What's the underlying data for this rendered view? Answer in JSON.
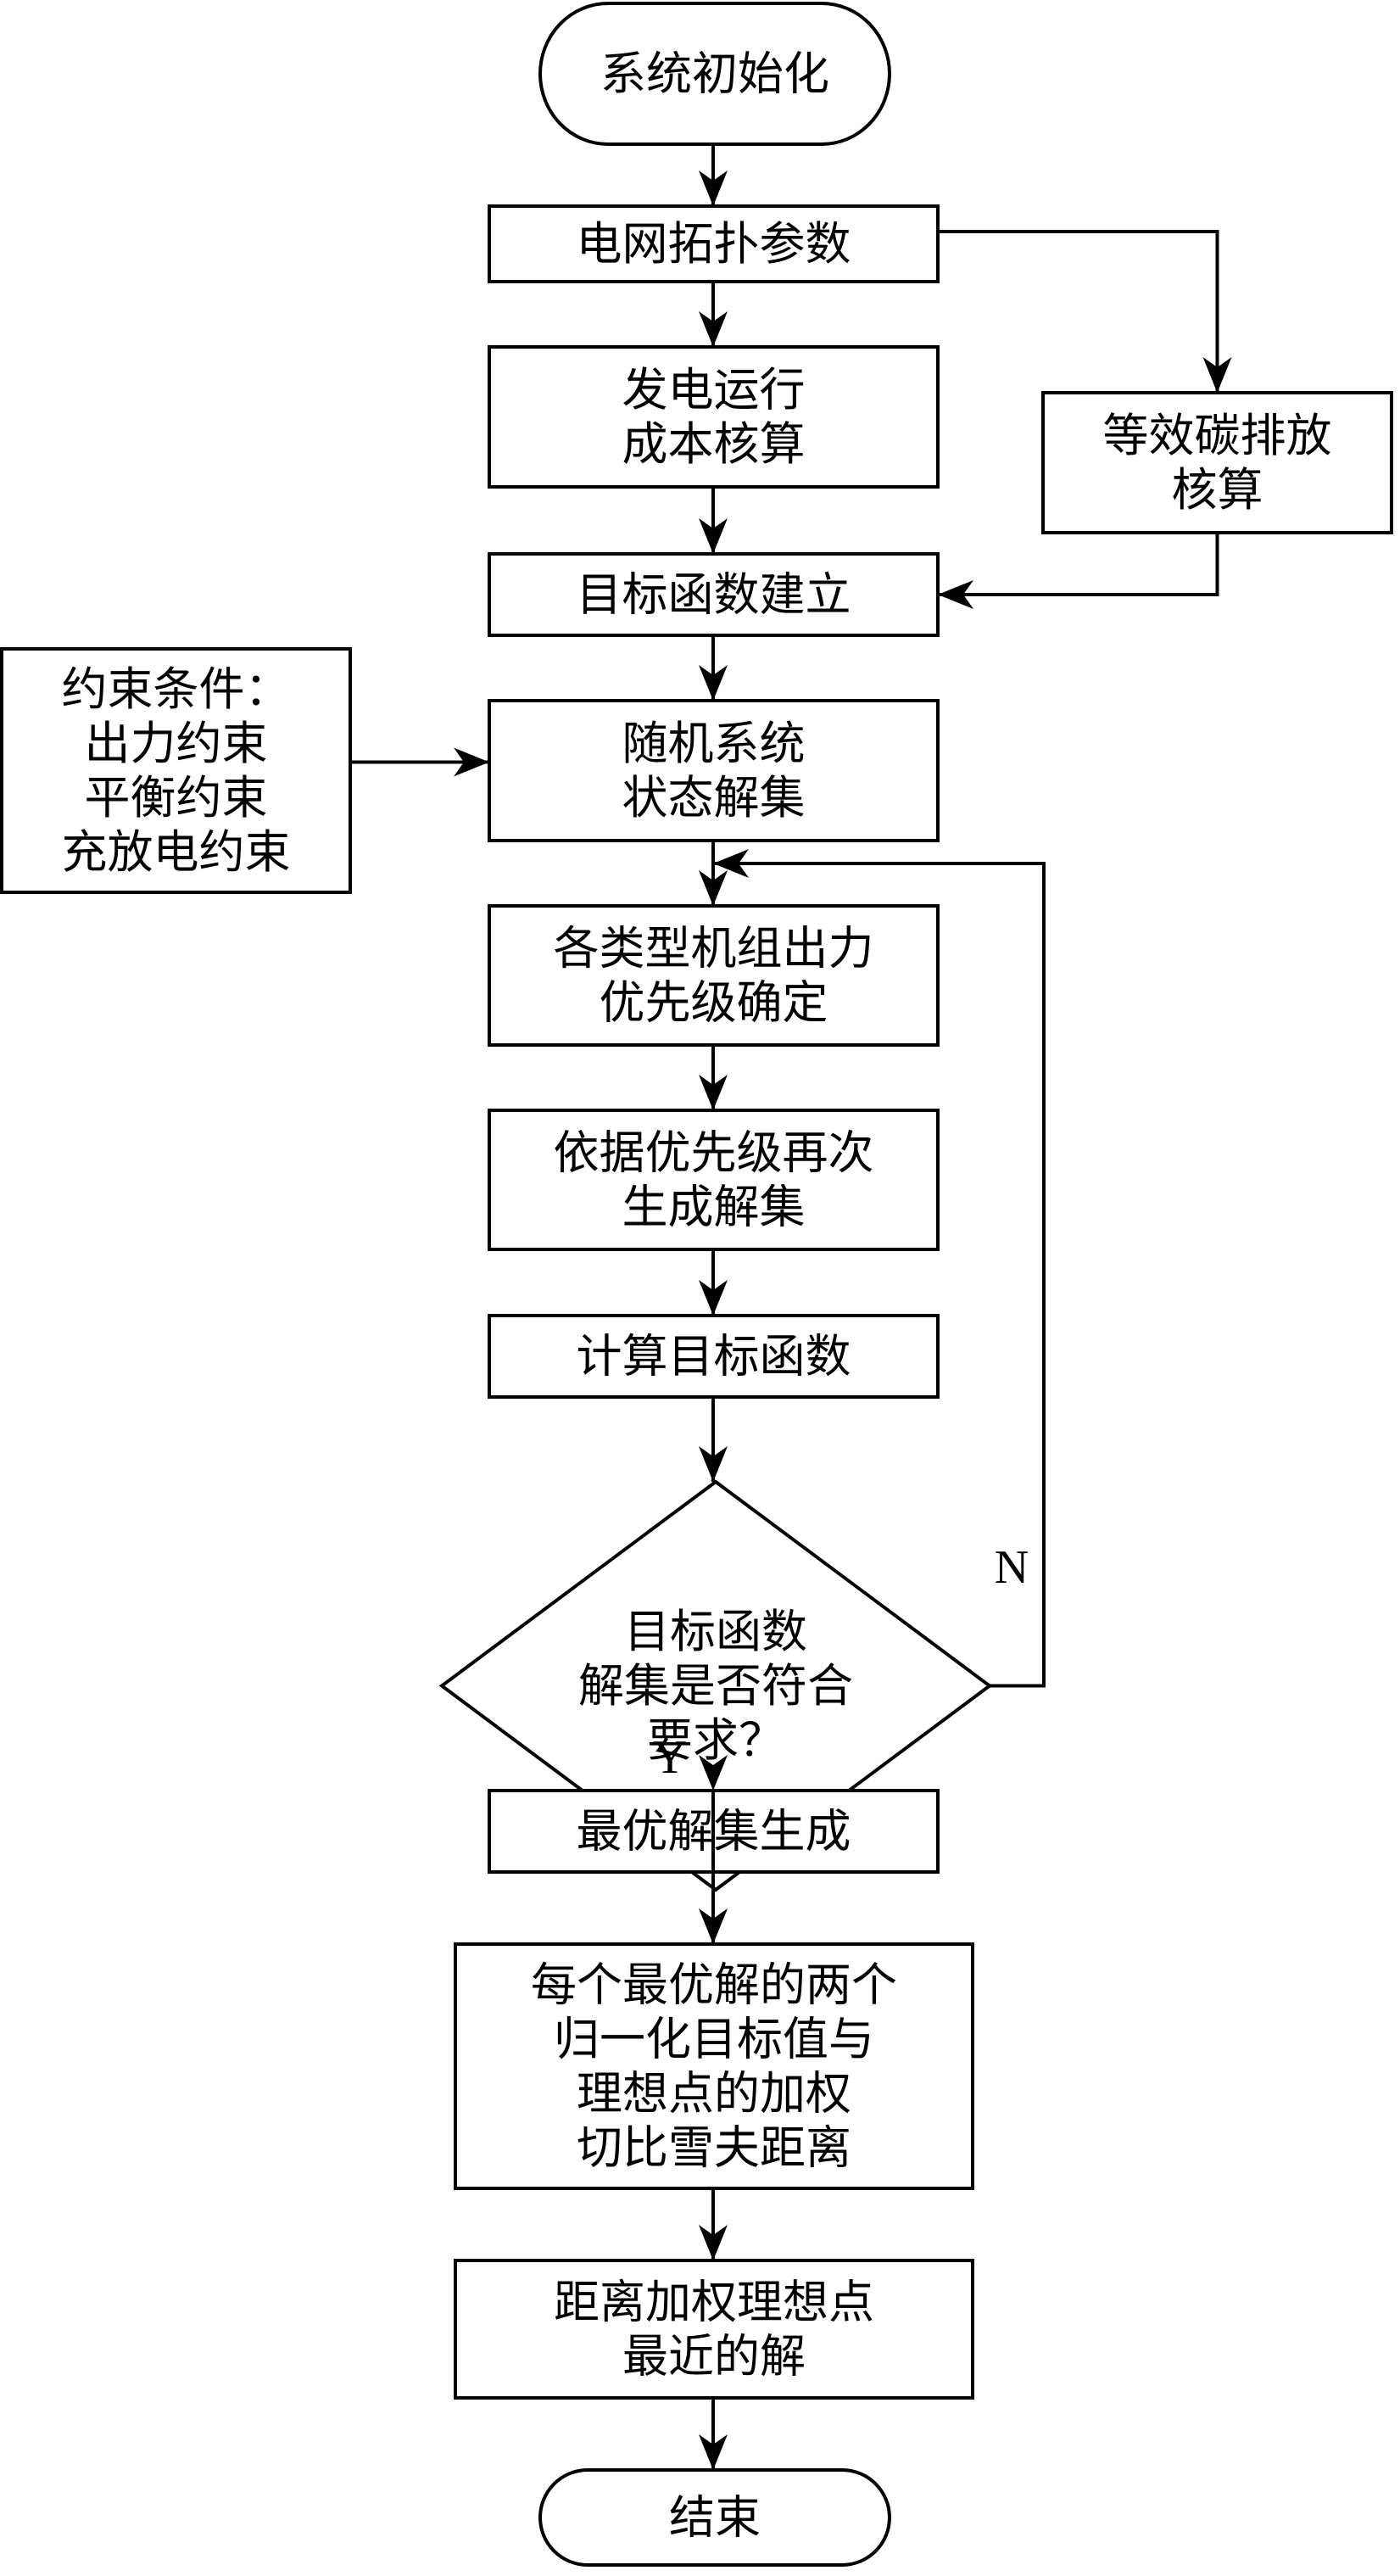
{
  "diagram": {
    "type": "flowchart",
    "nodes": [
      {
        "id": "start",
        "kind": "terminal",
        "lines": [
          "系统初始化"
        ]
      },
      {
        "id": "grid",
        "kind": "process",
        "lines": [
          "电网拓扑参数"
        ]
      },
      {
        "id": "cost",
        "kind": "process",
        "lines": [
          "发电运行",
          "成本核算"
        ]
      },
      {
        "id": "carbon",
        "kind": "process",
        "lines": [
          "等效碳排放",
          "核算"
        ]
      },
      {
        "id": "objective",
        "kind": "process",
        "lines": [
          "目标函数建立"
        ]
      },
      {
        "id": "constraints",
        "kind": "process",
        "lines": [
          "约束条件：",
          "出力约束",
          "平衡约束",
          "充放电约束"
        ]
      },
      {
        "id": "random",
        "kind": "process",
        "lines": [
          "随机系统",
          "状态解集"
        ]
      },
      {
        "id": "priority",
        "kind": "process",
        "lines": [
          "各类型机组出力",
          "优先级确定"
        ]
      },
      {
        "id": "regen",
        "kind": "process",
        "lines": [
          "依据优先级再次",
          "生成解集"
        ]
      },
      {
        "id": "calc",
        "kind": "process",
        "lines": [
          "计算目标函数"
        ]
      },
      {
        "id": "decision",
        "kind": "decision",
        "lines": [
          "目标函数",
          "解集是否符合",
          "要求？"
        ]
      },
      {
        "id": "optimal",
        "kind": "process",
        "lines": [
          "最优解集生成"
        ]
      },
      {
        "id": "distance",
        "kind": "process",
        "lines": [
          "每个最优解的两个",
          "归一化目标值与",
          "理想点的加权",
          "切比雪夫距离"
        ]
      },
      {
        "id": "nearest",
        "kind": "process",
        "lines": [
          "距离加权理想点",
          "最近的解"
        ]
      },
      {
        "id": "end",
        "kind": "terminal",
        "lines": [
          "结束"
        ]
      }
    ],
    "edges": [
      {
        "from": "start",
        "to": "grid",
        "label": ""
      },
      {
        "from": "grid",
        "to": "cost",
        "label": ""
      },
      {
        "from": "grid",
        "to": "carbon",
        "label": ""
      },
      {
        "from": "cost",
        "to": "objective",
        "label": ""
      },
      {
        "from": "carbon",
        "to": "objective",
        "label": ""
      },
      {
        "from": "objective",
        "to": "random",
        "label": ""
      },
      {
        "from": "constraints",
        "to": "random",
        "label": ""
      },
      {
        "from": "random",
        "to": "priority",
        "label": ""
      },
      {
        "from": "priority",
        "to": "regen",
        "label": ""
      },
      {
        "from": "regen",
        "to": "calc",
        "label": ""
      },
      {
        "from": "calc",
        "to": "decision",
        "label": ""
      },
      {
        "from": "decision",
        "to": "priority",
        "label": "N"
      },
      {
        "from": "decision",
        "to": "optimal",
        "label": "Y"
      },
      {
        "from": "optimal",
        "to": "distance",
        "label": ""
      },
      {
        "from": "distance",
        "to": "nearest",
        "label": ""
      },
      {
        "from": "nearest",
        "to": "end",
        "label": ""
      }
    ]
  }
}
